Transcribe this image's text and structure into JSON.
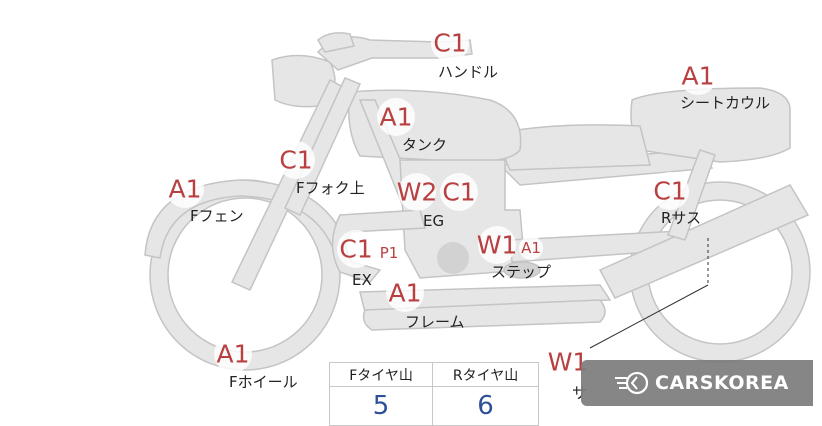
{
  "badges": {
    "handle": "C1",
    "tank": "A1",
    "seat_cowl": "A1",
    "front_fork": "C1",
    "front_fender": "A1",
    "engine_w": "W2",
    "engine_c": "C1",
    "rear_suspension": "C1",
    "exhaust_c": "C1",
    "exhaust_p": "P1",
    "step_w": "W1",
    "step_a": "A1",
    "frame": "A1",
    "front_wheel": "A1",
    "side_w": "W1"
  },
  "labels": {
    "handle": "ハンドル",
    "tank": "タンク",
    "seat_cowl": "シートカウル",
    "front_fork": "Fフォク上",
    "front_fender": "Fフェン",
    "engine": "EG",
    "rear_suspension": "Rサス",
    "exhaust": "EX",
    "step": "ステップ",
    "frame": "フレーム",
    "front_wheel": "Fホイール",
    "side_partial": "サ"
  },
  "tread_table": {
    "headers": [
      "Fタイヤ山",
      "Rタイヤ山"
    ],
    "values": [
      "5",
      "6"
    ]
  },
  "watermark": {
    "text": "CARSKOREA",
    "icon": "carskorea-logo-icon"
  },
  "colors": {
    "badge_text": "#b94040",
    "tread_value": "#2e4f9a",
    "bike_fill": "#e6e6e6",
    "bike_stroke": "#c4c4c4"
  }
}
